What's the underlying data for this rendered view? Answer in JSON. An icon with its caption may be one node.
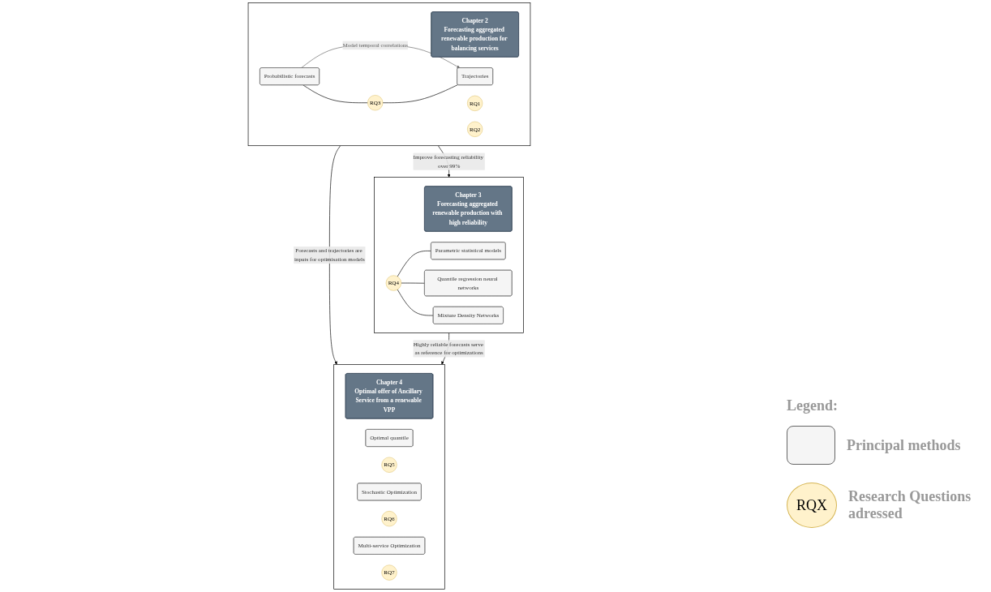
{
  "diagram": {
    "nodes": [
      {
        "text": [],
        "shape": "box"
      },
      {
        "text": [
          "Chapter 2",
          "Forecasting aggregated renewable production for balancing services"
        ],
        "in": 0
      },
      {
        "text": [
          "Probabilistic forecasts"
        ],
        "in": 0
      },
      {
        "text": [
          "RQ1"
        ],
        "in": 0
      },
      {
        "text": [
          "Trajectories"
        ],
        "in": 0
      },
      {
        "text": [
          "RQ2"
        ],
        "in": 0
      },
      {
        "text": [
          "RQ3"
        ],
        "in": 0
      },
      {
        "text": [],
        "shape": "box"
      },
      {
        "text": [
          "Chapter 3",
          "Forecasting aggregated renewable production with high reliability"
        ],
        "in": 7
      },
      {
        "text": [
          "RQ4"
        ],
        "in": 7
      },
      {
        "text": [
          "Parametric statistical models"
        ],
        "in": 7
      },
      {
        "text": [
          "Quantile regression neural networks"
        ],
        "in": 7
      },
      {
        "text": [
          "Mixture Density Networks"
        ],
        "in": 7
      },
      {
        "text": [],
        "shape": "box"
      },
      {
        "text": [
          "Chapter 4",
          "Optimal offer of Ancillary Service from a renewable VPP"
        ],
        "in": 13
      },
      {
        "text": [
          "Optimal quantile"
        ],
        "in": 13
      },
      {
        "text": [
          "RQ5"
        ],
        "in": 13
      },
      {
        "text": [
          "Stochastic Optimization"
        ],
        "in": 13
      },
      {
        "text": [
          "RQ6"
        ],
        "in": 13
      },
      {
        "text": [
          "Multi-service Optimization"
        ],
        "in": 13
      },
      {
        "text": [
          "RQ7"
        ],
        "in": 13
      }
    ],
    "edges": [
      {
        "from": 2,
        "to": 4,
        "arrow": "to",
        "label": "Model temporal correlations",
        "color": "#666666"
      },
      {
        "from": 2,
        "to": 6,
        "arrow": "none"
      },
      {
        "from": 6,
        "to": 4,
        "arrow": "none"
      },
      {
        "from": 0,
        "to": 7,
        "arrow": "to",
        "label": "Improve forecasting reliability over 99%"
      },
      {
        "from": 0,
        "to": 13,
        "arrow": "to",
        "label": "Forecasts and trajectories are inputs for optimisation models"
      },
      {
        "from": 7,
        "to": 13,
        "arrow": "to",
        "label": "Highly reliable forecasts serve as reference for optimizations"
      },
      {
        "from": 9,
        "to": 10,
        "arrow": "none"
      },
      {
        "from": 9,
        "to": 11,
        "arrow": "none"
      },
      {
        "from": 9,
        "to": 12,
        "arrow": "none"
      }
    ],
    "labels": [
      "Legend:",
      "RQX"
    ],
    "legend": [
      {
        "text": "Principal methods"
      },
      {
        "text": "Research Questions adressed"
      }
    ]
  }
}
